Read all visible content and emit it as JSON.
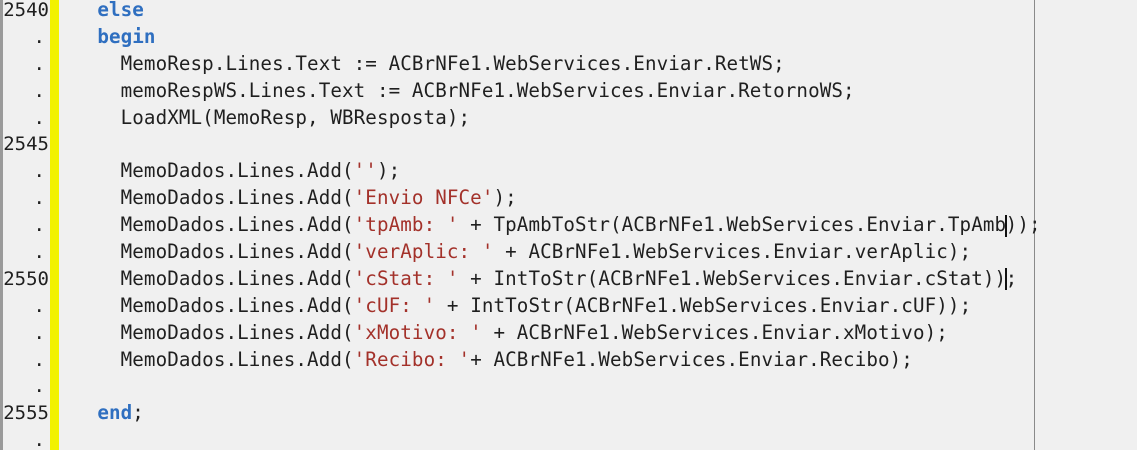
{
  "editor": {
    "colors": {
      "background": "#f0f0f0",
      "gutter_marker": "#f2f200",
      "keyword": "#2f6fc0",
      "string": "#a3312a",
      "text": "#1f1f1f"
    },
    "line_numbers": [
      "2540",
      ".",
      ".",
      ".",
      ".",
      "2545",
      ".",
      ".",
      ".",
      ".",
      "2550",
      ".",
      ".",
      ".",
      ".",
      "2555",
      "."
    ],
    "lines": [
      {
        "indent": "  ",
        "tokens": [
          {
            "t": "kw",
            "v": "else"
          }
        ]
      },
      {
        "indent": "  ",
        "tokens": [
          {
            "t": "kw",
            "v": "begin"
          }
        ]
      },
      {
        "indent": "    ",
        "tokens": [
          {
            "t": "txt",
            "v": "MemoResp.Lines.Text := ACBrNFe1.WebServices.Enviar.RetWS;"
          }
        ]
      },
      {
        "indent": "    ",
        "tokens": [
          {
            "t": "txt",
            "v": "memoRespWS.Lines.Text := ACBrNFe1.WebServices.Enviar.RetornoWS;"
          }
        ]
      },
      {
        "indent": "    ",
        "tokens": [
          {
            "t": "txt",
            "v": "LoadXML(MemoResp, WBResposta);"
          }
        ]
      },
      {
        "indent": "",
        "tokens": []
      },
      {
        "indent": "    ",
        "tokens": [
          {
            "t": "txt",
            "v": "MemoDados.Lines.Add("
          },
          {
            "t": "str",
            "v": "''"
          },
          {
            "t": "txt",
            "v": ");"
          }
        ]
      },
      {
        "indent": "    ",
        "tokens": [
          {
            "t": "txt",
            "v": "MemoDados.Lines.Add("
          },
          {
            "t": "str",
            "v": "'Envio NFCe'"
          },
          {
            "t": "txt",
            "v": ");"
          }
        ]
      },
      {
        "indent": "    ",
        "tokens": [
          {
            "t": "txt",
            "v": "MemoDados.Lines.Add("
          },
          {
            "t": "str",
            "v": "'tpAmb: '"
          },
          {
            "t": "txt",
            "v": " + TpAmbToStr(ACBrNFe1.WebServices.Enviar.TpAmb"
          },
          {
            "t": "cursor",
            "v": ""
          },
          {
            "t": "txt",
            "v": "));"
          }
        ]
      },
      {
        "indent": "    ",
        "tokens": [
          {
            "t": "txt",
            "v": "MemoDados.Lines.Add("
          },
          {
            "t": "str",
            "v": "'verAplic: '"
          },
          {
            "t": "txt",
            "v": " + ACBrNFe1.WebServices.Enviar.verAplic);"
          }
        ]
      },
      {
        "indent": "    ",
        "tokens": [
          {
            "t": "txt",
            "v": "MemoDados.Lines.Add("
          },
          {
            "t": "str",
            "v": "'cStat: '"
          },
          {
            "t": "txt",
            "v": " + IntToStr(ACBrNFe1.WebServices.Enviar.cStat))"
          },
          {
            "t": "cursor",
            "v": ""
          },
          {
            "t": "txt",
            "v": ";"
          }
        ]
      },
      {
        "indent": "    ",
        "tokens": [
          {
            "t": "txt",
            "v": "MemoDados.Lines.Add("
          },
          {
            "t": "str",
            "v": "'cUF: '"
          },
          {
            "t": "txt",
            "v": " + IntToStr(ACBrNFe1.WebServices.Enviar.cUF));"
          }
        ]
      },
      {
        "indent": "    ",
        "tokens": [
          {
            "t": "txt",
            "v": "MemoDados.Lines.Add("
          },
          {
            "t": "str",
            "v": "'xMotivo: '"
          },
          {
            "t": "txt",
            "v": " + ACBrNFe1.WebServices.Enviar.xMotivo);"
          }
        ]
      },
      {
        "indent": "    ",
        "tokens": [
          {
            "t": "txt",
            "v": "MemoDados.Lines.Add("
          },
          {
            "t": "str",
            "v": "'Recibo: '"
          },
          {
            "t": "txt",
            "v": "+ ACBrNFe1.WebServices.Enviar.Recibo);"
          }
        ]
      },
      {
        "indent": "",
        "tokens": []
      },
      {
        "indent": "  ",
        "tokens": [
          {
            "t": "kw",
            "v": "end"
          },
          {
            "t": "txt",
            "v": ";"
          }
        ]
      },
      {
        "indent": "",
        "tokens": []
      }
    ]
  }
}
